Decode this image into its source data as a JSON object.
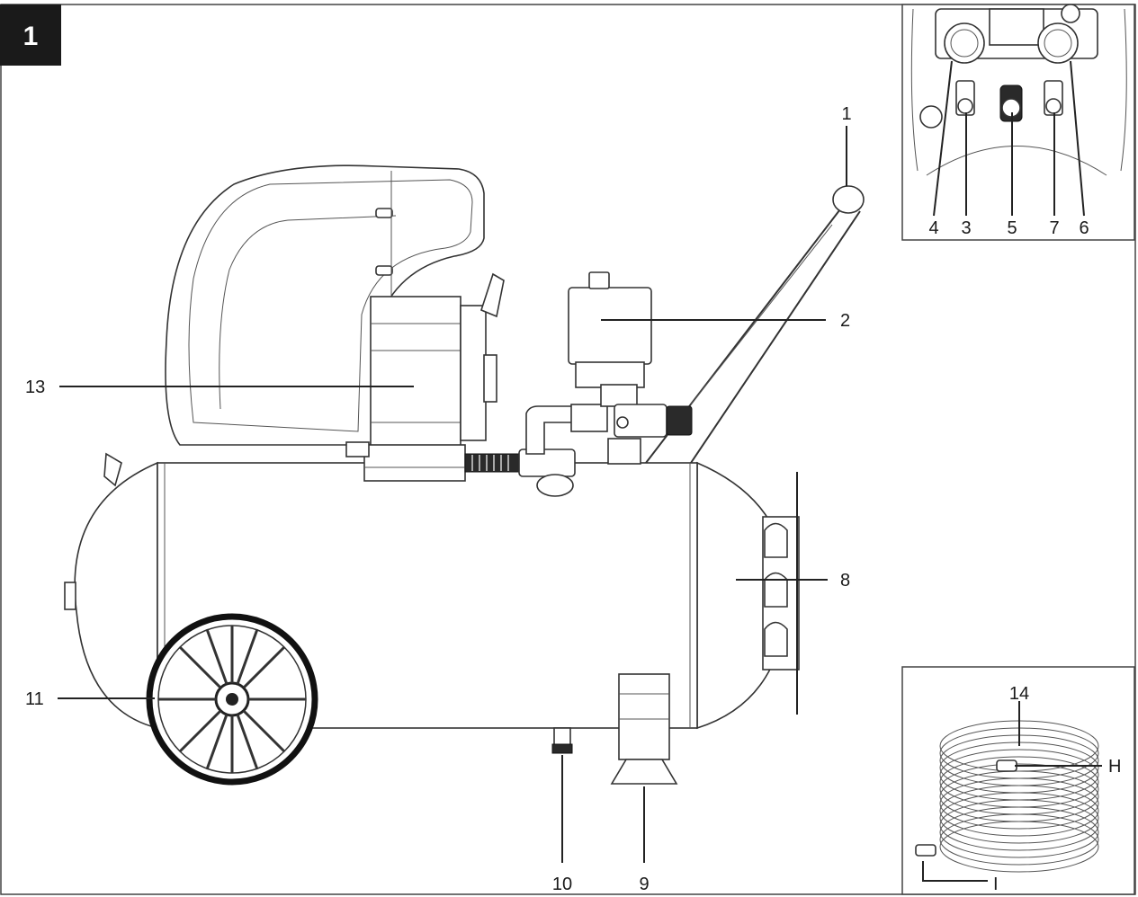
{
  "figure": {
    "number": "1"
  },
  "callouts": {
    "c1": "1",
    "c2": "2",
    "c8": "8",
    "c9": "9",
    "c10": "10",
    "c11": "11",
    "c13": "13"
  },
  "inset_controls": {
    "c4": "4",
    "c3": "3",
    "c5": "5",
    "c7": "7",
    "c6": "6"
  },
  "inset_hose": {
    "c14": "14",
    "cH": "H",
    "cI": "I"
  },
  "colors": {
    "badge": "#1a1a1a",
    "line": "#222222",
    "frame": "#444444"
  }
}
